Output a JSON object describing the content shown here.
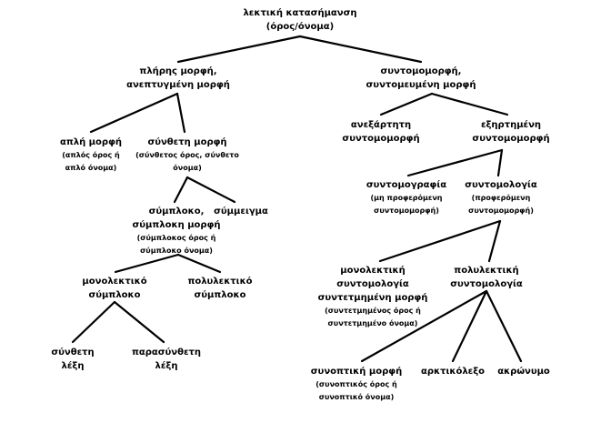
{
  "nodes": {
    "root": {
      "l1": "λεκτική κατασήμανση",
      "l2": "(όρος/όνομα)"
    },
    "full": {
      "l1": "πλήρης μορφή,",
      "l2": "ανεπτυγμένη μορφή"
    },
    "short": {
      "l1": "συντομομορφή,",
      "l2": "συντομευμένη μορφή"
    },
    "simple": {
      "l1": "απλή μορφή",
      "s1": "(απλός όρος ή",
      "s2": "απλό όνομα)"
    },
    "compound": {
      "l1": "σύνθετη μορφή",
      "s1": "(σύνθετος όρος, σύνθετο",
      "s2": "όνομα)"
    },
    "independent": {
      "l1": "ανεξάρτητη",
      "l2": "συντομομορφή"
    },
    "dependent": {
      "l1": "εξηρτημένη",
      "l2": "συντομομορφή"
    },
    "complex": {
      "l1": "σύμπλοκο,",
      "l2": "σύμπλοκη μορφή",
      "s1": "(σύμπλοκος όρος ή",
      "s2": "σύμπλοκο όνομα)"
    },
    "blend": {
      "l1": "σύμμειγμα"
    },
    "abbrev": {
      "l1": "συντομογραφία",
      "s1": "(μη προφερόμενη",
      "s2": "συντομομορφή)"
    },
    "shortening": {
      "l1": "συντομολογία",
      "s1": "(προφερόμενη",
      "s2": "συντομομορφή)"
    },
    "mono": {
      "l1": "μονολεκτικό",
      "l2": "σύμπλοκο"
    },
    "poly": {
      "l1": "πολυλεκτικό",
      "l2": "σύμπλοκο"
    },
    "monoshort": {
      "l1": "μονολεκτική",
      "l2": "συντομολογία",
      "l3": "συντετμημένη μορφή",
      "s1": "(συντετμημένος όρος ή",
      "s2": "συντετμημένο όνομα)"
    },
    "polyshort": {
      "l1": "πολυλεκτική",
      "l2": "συντομολογία"
    },
    "syntheti": {
      "l1": "σύνθετη",
      "l2": "λέξη"
    },
    "parasyntheti": {
      "l1": "παρασύνθετη",
      "l2": "λέξη"
    },
    "synoptic": {
      "l1": "συνοπτική μορφή",
      "s1": "(συνοπτικός όρος ή",
      "s2": "συνοπτικό όνομα)"
    },
    "acronym_word": {
      "l1": "αρκτικόλεξο"
    },
    "acronym": {
      "l1": "ακρώνυμο"
    }
  }
}
